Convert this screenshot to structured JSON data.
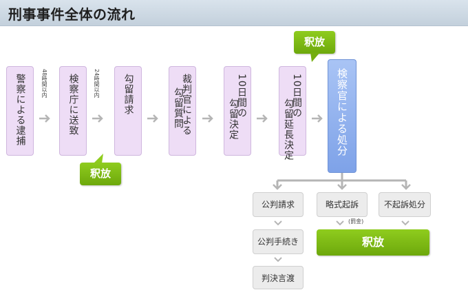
{
  "header": {
    "title": "刑事事件全体の流れ"
  },
  "stages": {
    "police": "警察による逮捕",
    "prosecutor": "検察庁に送致",
    "detention_request": "勾留請求",
    "judge_col1": "裁判官による",
    "judge_col2": "勾留質問",
    "decision_col1": "10日間の",
    "decision_col2": "勾留決定",
    "extension_col1": "10日間の",
    "extension_col2": "勾留延長決定",
    "disposition": "検察官による処分"
  },
  "time_limits": {
    "first": "48時間以内",
    "second": "24時間以内"
  },
  "release": {
    "label": "釈放"
  },
  "outcomes": {
    "public_trial_request": "公判請求",
    "summary_indictment": "略式起訴",
    "non_indictment": "不起訴処分",
    "fine_note": "(罰金)",
    "trial_procedure": "公判手続き",
    "verdict": "判決言渡"
  },
  "colors": {
    "stage_fill": "#eeddf6",
    "disposition_fill": "#8fb1ef",
    "release_green": "#7cb814",
    "arrow_gray": "#b5b5b5"
  }
}
